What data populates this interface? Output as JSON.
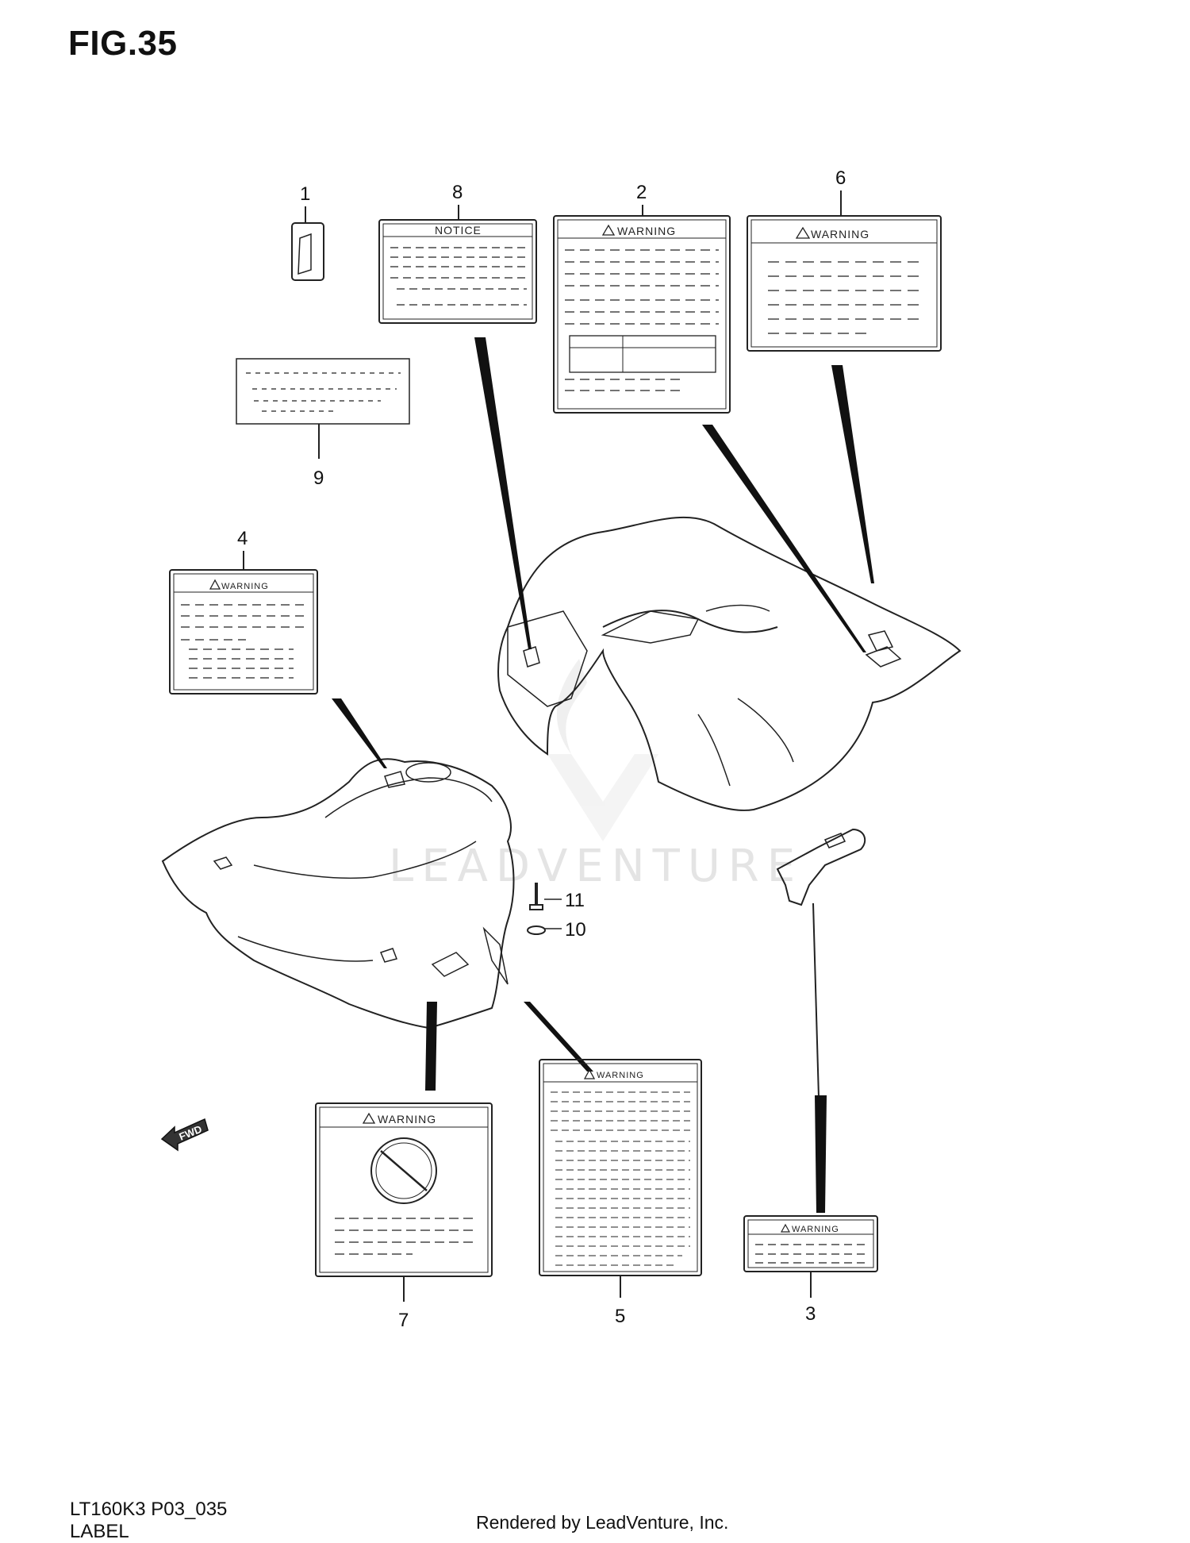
{
  "figure": {
    "title": "FIG.35",
    "code": "LT160K3 P03_035",
    "name": "LABEL"
  },
  "credit": "Rendered by LeadVenture, Inc.",
  "watermark": "LEADVENTURE",
  "callouts": {
    "c1": "1",
    "c2": "2",
    "c3": "3",
    "c4": "4",
    "c5": "5",
    "c6": "6",
    "c7": "7",
    "c8": "8",
    "c9": "9",
    "c10": "10",
    "c11": "11"
  },
  "label_headings": {
    "notice": "NOTICE",
    "warning": "WARNING",
    "warning_small": "WARNING"
  },
  "direction_arrow": "FWD"
}
